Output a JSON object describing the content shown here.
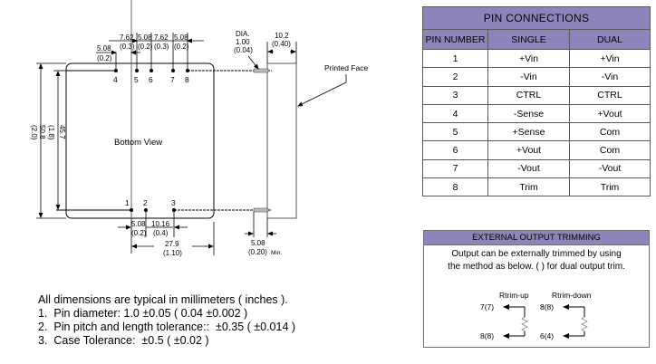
{
  "drawing": {
    "view_label": "Bottom View",
    "printed_face_label": "Printed Face",
    "top_pins": [
      "4",
      "5",
      "6",
      "7",
      "8"
    ],
    "bottom_pins": [
      "1",
      "2",
      "3"
    ],
    "top_dims": [
      {
        "mm": "5.08",
        "in": "(0.2)"
      },
      {
        "mm": "7.62",
        "in": "(0.3)"
      },
      {
        "mm": "5.08",
        "in": "(0.2)"
      },
      {
        "mm": "7.62",
        "in": "(0.3)"
      },
      {
        "mm": "5.08",
        "in": "(0.2)"
      }
    ],
    "pin_dia": {
      "label": "DIA.",
      "mm": "1.00",
      "in": "(0.04)"
    },
    "depth": {
      "mm": "10.2",
      "in": "(0.40)"
    },
    "height_outer": {
      "mm": "50.8",
      "in": "(2.0)"
    },
    "height_inner": {
      "mm": "45.7",
      "in": "(1.8)"
    },
    "bottom_dims": [
      {
        "mm": "5.08",
        "in": "(0.2)"
      },
      {
        "mm": "10.16",
        "in": "(0.4)"
      }
    ],
    "width": {
      "mm": "27.9",
      "in": "(1.10)"
    },
    "pin_length": {
      "mm": "5.08",
      "in": "(0.20)",
      "suffix": "Min."
    }
  },
  "pin_connections": {
    "title": "PIN CONNECTIONS",
    "headers": [
      "PIN NUMBER",
      "SINGLE",
      "DUAL"
    ],
    "rows": [
      [
        "1",
        "+Vin",
        "+Vin"
      ],
      [
        "2",
        "-Vin",
        "-Vin"
      ],
      [
        "3",
        "CTRL",
        "CTRL"
      ],
      [
        "4",
        "-Sense",
        "+Vout"
      ],
      [
        "5",
        "+Sense",
        "Com"
      ],
      [
        "6",
        "+Vout",
        "Com"
      ],
      [
        "7",
        "-Vout",
        "-Vout"
      ],
      [
        "8",
        "Trim",
        "Trim"
      ]
    ]
  },
  "trimming": {
    "title": "EXTERNAL OUTPUT TRIMMING",
    "desc_line1": "Output can be externally trimmed by using",
    "desc_line2": "the method as below. (   ) for dual output trim.",
    "up": {
      "label": "Rtrim-up",
      "top": "7(7)",
      "bottom": "8(8)"
    },
    "down": {
      "label": "Rtrim-down",
      "top": "8(8)",
      "bottom": "6(4)"
    }
  },
  "notes": [
    "All dimensions are typical in millimeters ( inches ).",
    "1.  Pin diameter: 1.0 ±0.05 ( 0.04 ±0.002 )",
    "2.  Pin pitch and length tolerance::  ±0.35 ( ±0.014 )",
    "3.  Case Tolerance:  ±0.5 ( ±0.02 )"
  ],
  "colors": {
    "header_fill": "#8d84bb",
    "border": "#5a5a5a"
  }
}
